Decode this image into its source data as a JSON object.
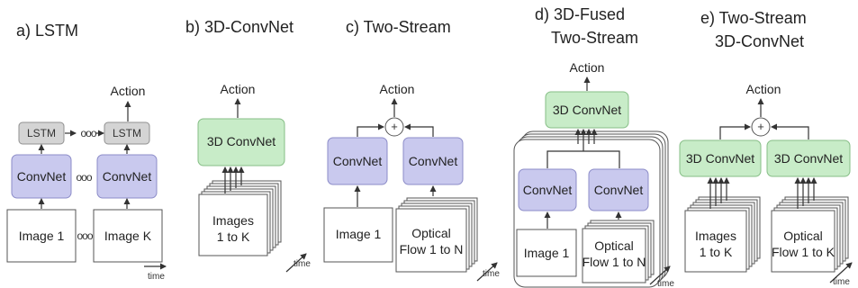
{
  "colors": {
    "convnet": "#c9c9ee",
    "convnet_stroke": "#8c8cc8",
    "conv3d": "#c8ecc8",
    "conv3d_stroke": "#86be86",
    "lstm": "#d4d4d4",
    "lstm_stroke": "#909090",
    "image": "#ffffff",
    "image_stroke": "#555555",
    "arrow": "#333333"
  },
  "common": {
    "action": "Action",
    "time": "time",
    "plus": "+",
    "dots": "ooo"
  },
  "panels": {
    "a": {
      "title": "a) LSTM",
      "lstm": "LSTM",
      "convnet": "ConvNet",
      "image_first": "Image 1",
      "image_last": "Image K"
    },
    "b": {
      "title": "b) 3D-ConvNet",
      "conv3d": "3D ConvNet",
      "images_line1": "Images",
      "images_line2": "1 to K"
    },
    "c": {
      "title": "c) Two-Stream",
      "convnet": "ConvNet",
      "image": "Image 1",
      "flow_line1": "Optical",
      "flow_line2": "Flow 1 to N"
    },
    "d": {
      "title_line1": "d) 3D-Fused",
      "title_line2": "Two-Stream",
      "conv3d": "3D ConvNet",
      "convnet": "ConvNet",
      "image": "Image 1",
      "flow_line1": "Optical",
      "flow_line2": "Flow 1 to N"
    },
    "e": {
      "title_line1": "e) Two-Stream",
      "title_line2": "3D-ConvNet",
      "conv3d": "3D ConvNet",
      "images_line1": "Images",
      "images_line2": "1 to K",
      "flow_line1": "Optical",
      "flow_line2": "Flow 1 to K"
    }
  }
}
